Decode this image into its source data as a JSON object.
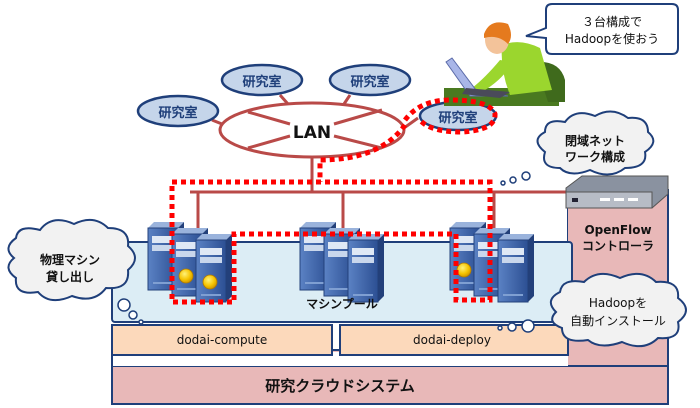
{
  "labs": [
    {
      "label": "研究室"
    },
    {
      "label": "研究室"
    },
    {
      "label": "研究室"
    },
    {
      "label": "研究室"
    }
  ],
  "lan": {
    "label": "LAN"
  },
  "user_speech": {
    "line1": "３台構成で",
    "line2": "Hadoopを使おう"
  },
  "closed_network_cloud": {
    "line1": "閉域ネット",
    "line2": "ワーク構成"
  },
  "openflow": {
    "line1": "OpenFlow",
    "line2": "コントローラ"
  },
  "physical_machine_cloud": {
    "line1": "物理マシン",
    "line2": "貸し出し"
  },
  "hadoop_install_cloud": {
    "line1": "Hadoopを",
    "line2": "自動インストール"
  },
  "machine_pool": {
    "label": "マシンプール"
  },
  "dodai_compute": {
    "label": "dodai-compute"
  },
  "dodai_deploy": {
    "label": "dodai-deploy"
  },
  "research_cloud": {
    "label": "研究クラウドシステム"
  },
  "colors": {
    "lab_fill": "#c5d5ea",
    "lab_stroke": "#1f3f7a",
    "lan_stroke": "#b94a48",
    "dotted": "#ff0000",
    "pool_fill": "#dcedf5",
    "dodai_fill": "#fcd9bb",
    "cloud_system_fill": "#e8b8b8",
    "server_blue": "#3a62a8",
    "shirt": "#9bd62e"
  }
}
